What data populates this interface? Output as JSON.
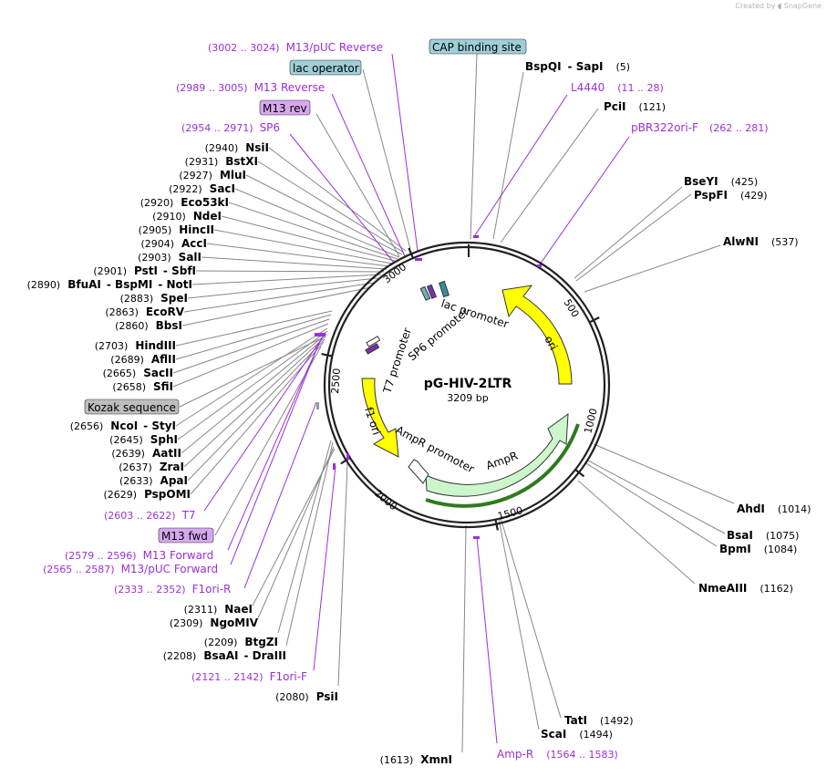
{
  "credit": {
    "prefix": "Created by",
    "brand": "SnapGene"
  },
  "plasmid": {
    "name": "pG-HIV-2LTR",
    "size": "3209 bp"
  },
  "ruler": [
    "500",
    "1000",
    "1500",
    "2000",
    "2500",
    "3000"
  ],
  "feature_labels": {
    "ori": "ori",
    "ampr": "AmpR",
    "ampr_promoter": "AmpR promoter",
    "f1ori": "f1 ori",
    "t7_promoter": "T7 promoter",
    "sp6_promoter": "SP6 promoter",
    "lac_promoter": "lac promoter"
  },
  "boxed": [
    {
      "text": "CAP binding site",
      "color": "#9fcfd8"
    },
    {
      "text": "lac operator",
      "color": "#9fcfd8"
    },
    {
      "text": "M13 rev",
      "color": "#d7a8f0"
    },
    {
      "text": "Kozak sequence",
      "color": "#bdbdbd"
    },
    {
      "text": "M13 fwd",
      "color": "#d7a8f0"
    }
  ],
  "primers": [
    {
      "pos": "(3002 .. 3024)",
      "name": "M13/pUC Reverse"
    },
    {
      "pos": "(2989 .. 3005)",
      "name": "M13 Reverse"
    },
    {
      "pos": "(2954 .. 2971)",
      "name": "SP6"
    },
    {
      "pos": "(2603 .. 2622)",
      "name": "T7"
    },
    {
      "pos": "(2579 .. 2596)",
      "name": "M13 Forward"
    },
    {
      "pos": "(2565 .. 2587)",
      "name": "M13/pUC Forward"
    },
    {
      "pos": "(2333 .. 2352)",
      "name": "F1ori-R"
    },
    {
      "pos": "(2121 .. 2142)",
      "name": "F1ori-F"
    },
    {
      "pos": "(11 .. 28)",
      "name": "L4440"
    },
    {
      "pos": "(262 .. 281)",
      "name": "pBR322ori-F"
    },
    {
      "pos": "(1564 .. 1583)",
      "name": "Amp-R"
    }
  ],
  "enzymes_left": [
    {
      "pos": "(2940)",
      "name": "NsiI"
    },
    {
      "pos": "(2931)",
      "name": "BstXI"
    },
    {
      "pos": "(2927)",
      "name": "MluI"
    },
    {
      "pos": "(2922)",
      "name": "SacI"
    },
    {
      "pos": "(2920)",
      "name": "Eco53kI"
    },
    {
      "pos": "(2910)",
      "name": "NdeI"
    },
    {
      "pos": "(2905)",
      "name": "HincII"
    },
    {
      "pos": "(2904)",
      "name": "AccI"
    },
    {
      "pos": "(2903)",
      "name": "SalI"
    },
    {
      "pos": "(2901)",
      "name": "PstI",
      "name2": "SbfI"
    },
    {
      "pos": "(2890)",
      "name": "BfuAI",
      "name2": "BspMI",
      "name3": "NotI"
    },
    {
      "pos": "(2883)",
      "name": "SpeI"
    },
    {
      "pos": "(2863)",
      "name": "EcoRV"
    },
    {
      "pos": "(2860)",
      "name": "BbsI"
    },
    {
      "pos": "(2703)",
      "name": "HindIII"
    },
    {
      "pos": "(2689)",
      "name": "AflII"
    },
    {
      "pos": "(2665)",
      "name": "SacII"
    },
    {
      "pos": "(2658)",
      "name": "SfiI"
    },
    {
      "pos": "(2656)",
      "name": "NcoI",
      "name2": "StyI"
    },
    {
      "pos": "(2645)",
      "name": "SphI"
    },
    {
      "pos": "(2639)",
      "name": "AatII"
    },
    {
      "pos": "(2637)",
      "name": "ZraI"
    },
    {
      "pos": "(2633)",
      "name": "ApaI"
    },
    {
      "pos": "(2629)",
      "name": "PspOMI"
    },
    {
      "pos": "(2311)",
      "name": "NaeI"
    },
    {
      "pos": "(2309)",
      "name": "NgoMIV"
    },
    {
      "pos": "(2209)",
      "name": "BtgZI"
    },
    {
      "pos": "(2208)",
      "name": "BsaAI",
      "name2": "DraIII"
    },
    {
      "pos": "(2080)",
      "name": "PsiI"
    },
    {
      "pos": "(1613)",
      "name": "XmnI"
    }
  ],
  "enzymes_right": [
    {
      "name": "BspQI",
      "name2": "SapI",
      "pos": "(5)"
    },
    {
      "name": "PciI",
      "pos": "(121)"
    },
    {
      "name": "BseYI",
      "pos": "(425)"
    },
    {
      "name": "PspFI",
      "pos": "(429)"
    },
    {
      "name": "AlwNI",
      "pos": "(537)"
    },
    {
      "name": "AhdI",
      "pos": "(1014)"
    },
    {
      "name": "BsaI",
      "pos": "(1075)"
    },
    {
      "name": "BpmI",
      "pos": "(1084)"
    },
    {
      "name": "NmeAIII",
      "pos": "(1162)"
    },
    {
      "name": "TatI",
      "pos": "(1492)"
    },
    {
      "name": "ScaI",
      "pos": "(1494)"
    }
  ]
}
